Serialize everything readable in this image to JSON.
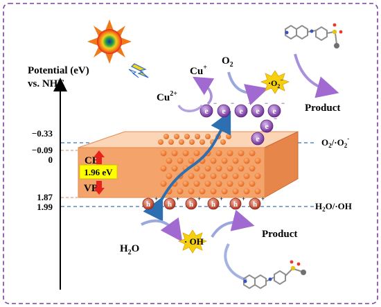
{
  "axis": {
    "title_line1": "Potential (eV)",
    "title_line2": "vs. NHE",
    "ticks": [
      "−0.33",
      "−0.09",
      "0",
      "1.87",
      "1.99"
    ]
  },
  "band": {
    "cb_label": "CB",
    "vb_label": "VB",
    "gap_label": "1.96 eV"
  },
  "carriers": {
    "electron": "e",
    "electron_charge": "−",
    "hole": "h",
    "hole_charge": "+"
  },
  "top_reaction": {
    "cu_plus": "Cu",
    "cu_plus_sup": "+",
    "cu_2plus": "Cu",
    "cu_2plus_sup": "2+",
    "o2": "O",
    "o2_sub": "2",
    "superoxide": "·O",
    "superoxide_sub": "2",
    "superoxide_sup": "−",
    "product": "Product"
  },
  "bottom_reaction": {
    "h2o": "H",
    "h2o_sub": "2",
    "h2o_rest": "O",
    "oh_radical": "· OH",
    "product": "Product"
  },
  "redox_levels": {
    "o2_couple": "O",
    "o2_couple_sub1": "2",
    "o2_couple_mid": "/·O",
    "o2_couple_sub2": "2",
    "o2_couple_sup": "-",
    "h2o_couple": "H",
    "h2o_couple_sub": "2",
    "h2o_couple_rest": "O/·OH"
  },
  "colors": {
    "frame": "#7b3fa0",
    "dashed_level": "#3a6fb5",
    "cube_front": "#f4a46a",
    "cube_top": "#fbd5b6",
    "cube_side": "#e7864a",
    "atom": "#ee6a1f",
    "electron": "#7b3fa0",
    "hole": "#c23b22",
    "gap_box": "#ffff00",
    "gap_arrow": "#e8221a",
    "flow_arrow": "#8f9fd8"
  }
}
